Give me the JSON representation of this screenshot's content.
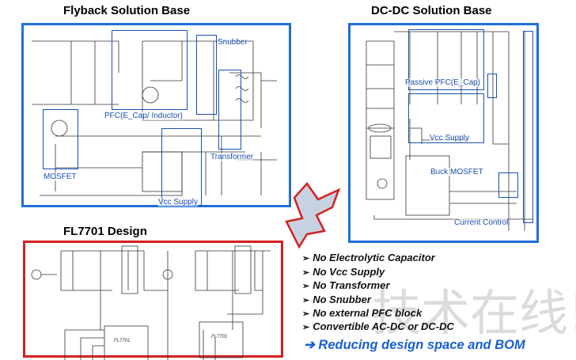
{
  "flyback": {
    "title": "Flyback Solution Base",
    "labels": {
      "snubber": "Snubber",
      "pfc": "PFC(E_Cap/ Inductor)",
      "mosfet": "MOSFET",
      "transformer": "Transformer",
      "vcc": "Vcc Supply"
    }
  },
  "dcdc": {
    "title": "DC-DC Solution Base",
    "labels": {
      "pfc": "Passive PFC(E_Cap)",
      "vcc": "Vcc Supply",
      "buck": "Buck MOSFET",
      "current": "Current Control"
    }
  },
  "fl7701": {
    "title": "FL7701 Design",
    "chips": [
      "FL7701",
      "FL7701"
    ]
  },
  "benefits": [
    "No Electrolytic Capacitor",
    "No Vcc Supply",
    "No Transformer",
    "No Snubber",
    "No external PFC block",
    "Convertible AC-DC or DC-DC"
  ],
  "bullet_marker": "➢",
  "conclusion": "➔ Reducing design space and BOM",
  "watermark": "技术在线!",
  "colors": {
    "blue_frame": "#1f6fd6",
    "red_frame": "#d42020",
    "label_blue": "#1a4fb0",
    "conclusion_blue": "#1a5fd0"
  }
}
